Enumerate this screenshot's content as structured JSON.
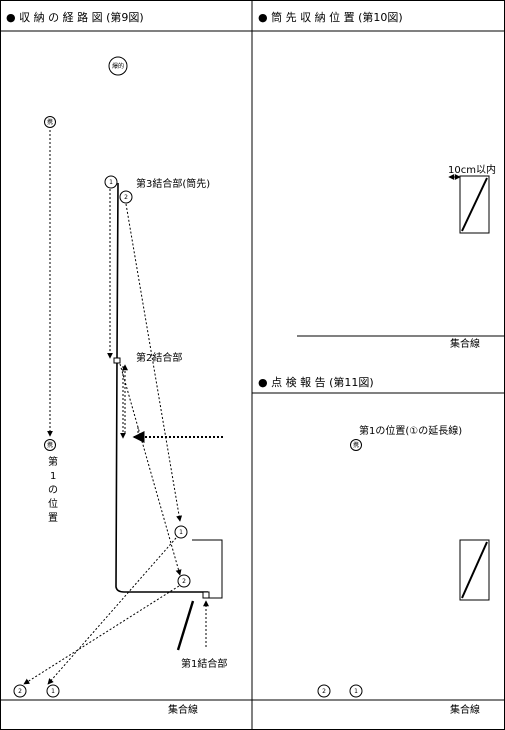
{
  "left_panel": {
    "title": "● 収 納 の 経 路 図 (第9図)",
    "marks": {
      "bakuteki": "爆的",
      "hoshi": "携"
    },
    "labels": {
      "junction3": "第3結合部(筒先)",
      "junction2": "第2結合部",
      "junction1": "第1結合部",
      "position1_vertical": [
        "第",
        "1",
        "の",
        "位",
        "置"
      ],
      "collecting_line": "集合線"
    },
    "markers": {
      "one": "1",
      "two": "2"
    }
  },
  "right_top_panel": {
    "title": "● 筒 先 収 納 位 置 (第10図)",
    "distance_label": "10cm以内",
    "collecting_line": "集合線"
  },
  "right_bottom_panel": {
    "title": "● 点 検 報 告 (第11図)",
    "position_label": "第1の位置(①の延長線)",
    "hoshi": "携",
    "markers": {
      "one": "1",
      "two": "2"
    },
    "collecting_line": "集合線"
  }
}
